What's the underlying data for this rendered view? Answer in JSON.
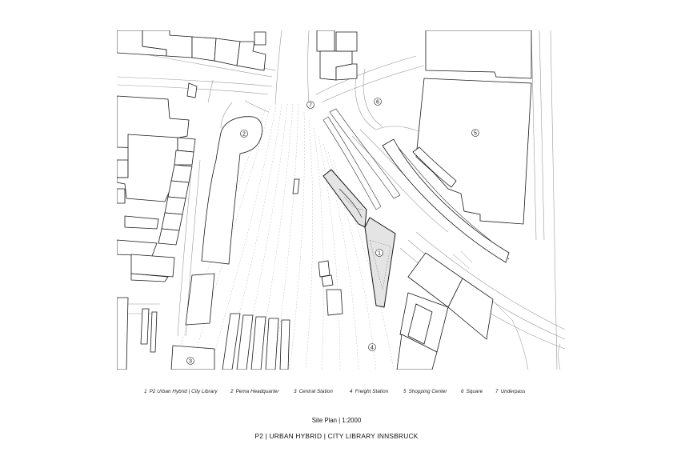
{
  "legend": [
    {
      "num": "1",
      "label": "P2 Urban Hybrid | City Library"
    },
    {
      "num": "2",
      "label": "Pema Headquarter"
    },
    {
      "num": "3",
      "label": "Central Station"
    },
    {
      "num": "4",
      "label": "Freight Station"
    },
    {
      "num": "5",
      "label": "Shopping Center"
    },
    {
      "num": "6",
      "label": "Square"
    },
    {
      "num": "7",
      "label": "Underpass"
    }
  ],
  "captions": {
    "scale": "Site Plan  |  1:2000",
    "title": "P2 | URBAN HYBRID | CITY LIBRARY INNSBRUCK"
  },
  "markers": [
    "1",
    "2",
    "3",
    "4",
    "5",
    "6",
    "7"
  ],
  "colors": {
    "line": "#1a1a1a",
    "thin_line": "#9a9a9a",
    "hatch": "#c8c8c8",
    "library_fill": "#e4e4e4"
  }
}
